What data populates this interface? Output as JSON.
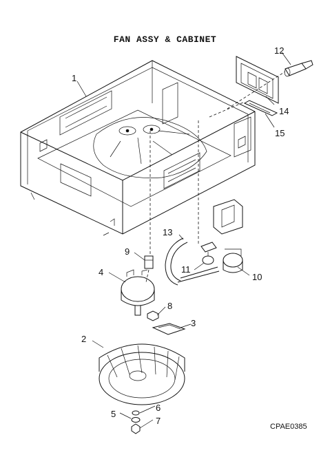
{
  "diagram": {
    "title": "FAN ASSY & CABINET",
    "drawing_code": "CPAE0385",
    "callouts": [
      {
        "id": "1",
        "label": "1"
      },
      {
        "id": "2",
        "label": "2"
      },
      {
        "id": "3",
        "label": "3"
      },
      {
        "id": "4",
        "label": "4"
      },
      {
        "id": "5",
        "label": "5"
      },
      {
        "id": "6",
        "label": "6"
      },
      {
        "id": "7",
        "label": "7"
      },
      {
        "id": "8",
        "label": "8"
      },
      {
        "id": "9",
        "label": "9"
      },
      {
        "id": "10",
        "label": "10"
      },
      {
        "id": "11",
        "label": "11"
      },
      {
        "id": "12",
        "label": "12"
      },
      {
        "id": "13",
        "label": "13"
      },
      {
        "id": "14",
        "label": "14"
      },
      {
        "id": "15",
        "label": "15"
      }
    ]
  }
}
